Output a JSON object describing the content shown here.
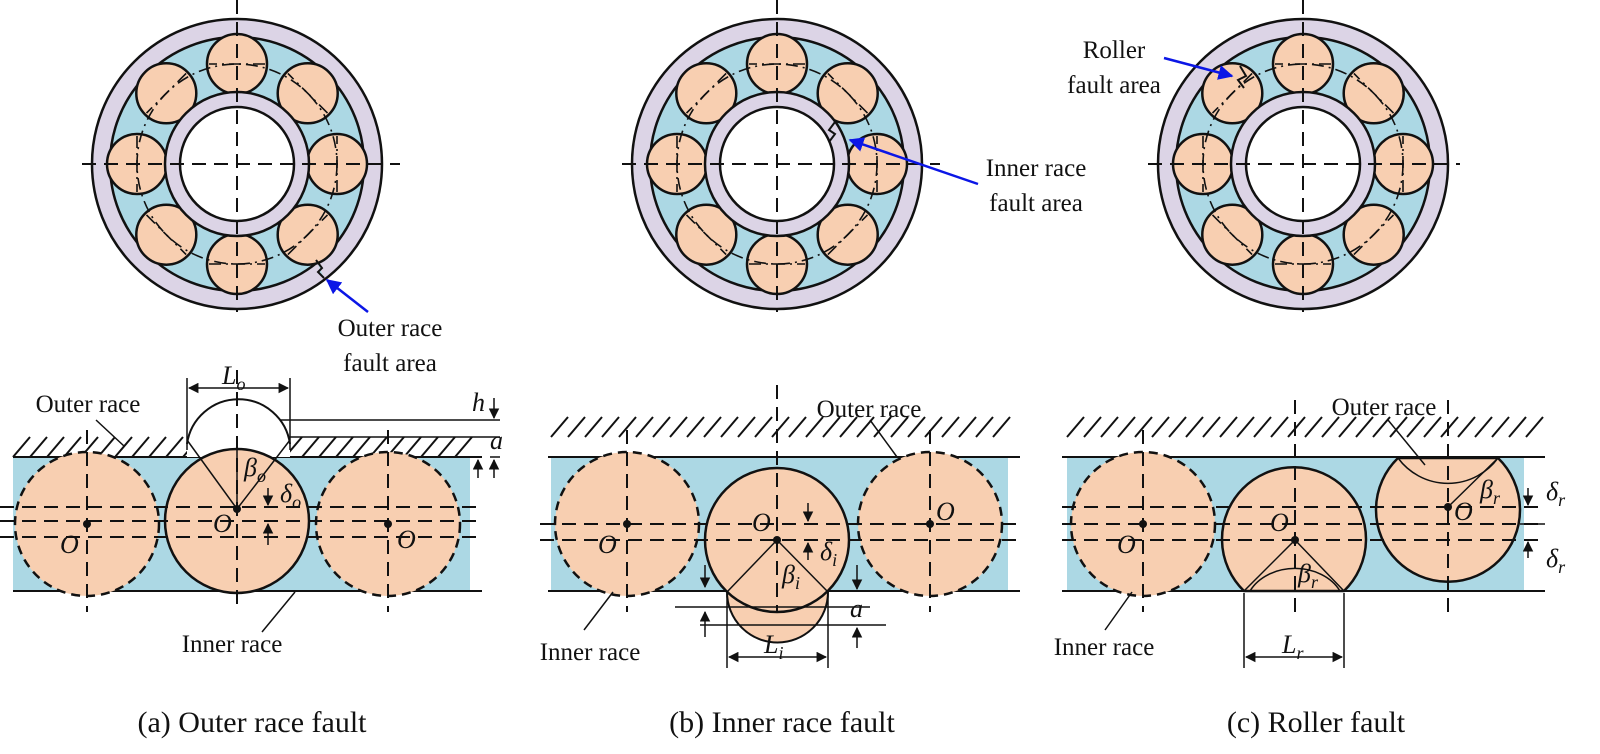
{
  "panels": {
    "a": {
      "caption": "(a) Outer race fault",
      "callout": [
        "Outer race",
        "fault area"
      ],
      "outer_race": "Outer race",
      "inner_race": "Inner race",
      "L": "L",
      "L_sub": "o",
      "h": "h",
      "a": "a",
      "beta": "β",
      "beta_sub": "o",
      "delta": "δ",
      "delta_sub": "o",
      "O": "O"
    },
    "b": {
      "caption": "(b) Inner race fault",
      "callout": [
        "Inner race",
        "fault area"
      ],
      "outer_race": "Outer race",
      "inner_race": "Inner race",
      "L": "L",
      "L_sub": "i",
      "a": "a",
      "beta": "β",
      "beta_sub": "i",
      "delta": "δ",
      "delta_sub": "i",
      "O": "O"
    },
    "c": {
      "caption": "(c) Roller fault",
      "callout": [
        "Roller",
        "fault area"
      ],
      "outer_race": "Outer race",
      "inner_race": "Inner race",
      "L": "L",
      "L_sub": "r",
      "beta": "β",
      "beta_sub": "r",
      "delta": "δ",
      "delta_sub": "r",
      "O": "O"
    }
  },
  "colors": {
    "roller": "#f8cfb1",
    "cage": "#acd8e4",
    "race": "#dcd4e6",
    "arrow": "#0b16e6"
  }
}
